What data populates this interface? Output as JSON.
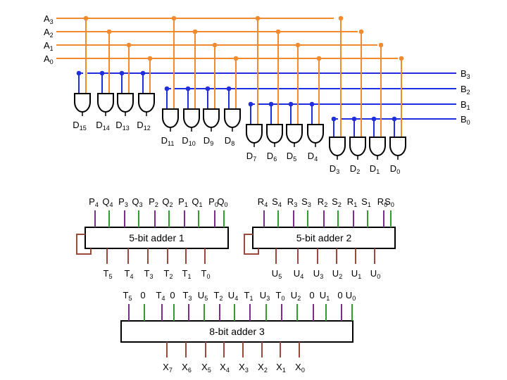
{
  "colors": {
    "a_lines": "#f28a2e",
    "b_lines": "#1f2fe0",
    "gate": "#000000",
    "purple": "#7a2e8c",
    "green": "#2e9e2e",
    "brown": "#9a4a3c"
  },
  "a_inputs": [
    {
      "base": "A",
      "sub": "3"
    },
    {
      "base": "A",
      "sub": "2"
    },
    {
      "base": "A",
      "sub": "1"
    },
    {
      "base": "A",
      "sub": "0"
    }
  ],
  "b_inputs": [
    {
      "base": "B",
      "sub": "3"
    },
    {
      "base": "B",
      "sub": "2"
    },
    {
      "base": "B",
      "sub": "1"
    },
    {
      "base": "B",
      "sub": "0"
    }
  ],
  "d_outputs": [
    {
      "base": "D",
      "sub": "15"
    },
    {
      "base": "D",
      "sub": "14"
    },
    {
      "base": "D",
      "sub": "13"
    },
    {
      "base": "D",
      "sub": "12"
    },
    {
      "base": "D",
      "sub": "11"
    },
    {
      "base": "D",
      "sub": "10"
    },
    {
      "base": "D",
      "sub": "9"
    },
    {
      "base": "D",
      "sub": "8"
    },
    {
      "base": "D",
      "sub": "7"
    },
    {
      "base": "D",
      "sub": "6"
    },
    {
      "base": "D",
      "sub": "5"
    },
    {
      "base": "D",
      "sub": "4"
    },
    {
      "base": "D",
      "sub": "3"
    },
    {
      "base": "D",
      "sub": "2"
    },
    {
      "base": "D",
      "sub": "1"
    },
    {
      "base": "D",
      "sub": "0"
    }
  ],
  "adder1": {
    "title": "5-bit adder 1",
    "inputs": [
      {
        "base": "P",
        "sub": "4",
        "color": "purple"
      },
      {
        "base": "Q",
        "sub": "4",
        "color": "green"
      },
      {
        "base": "P",
        "sub": "3",
        "color": "purple"
      },
      {
        "base": "Q",
        "sub": "3",
        "color": "green"
      },
      {
        "base": "P",
        "sub": "2",
        "color": "purple"
      },
      {
        "base": "Q",
        "sub": "2",
        "color": "green"
      },
      {
        "base": "P",
        "sub": "1",
        "color": "purple"
      },
      {
        "base": "Q",
        "sub": "1",
        "color": "green"
      },
      {
        "base": "P",
        "sub": "0",
        "color": "purple"
      },
      {
        "base": "Q",
        "sub": "0",
        "color": "green"
      }
    ],
    "outputs": [
      {
        "base": "T",
        "sub": "5"
      },
      {
        "base": "T",
        "sub": "4"
      },
      {
        "base": "T",
        "sub": "3"
      },
      {
        "base": "T",
        "sub": "2"
      },
      {
        "base": "T",
        "sub": "1"
      },
      {
        "base": "T",
        "sub": "0"
      }
    ]
  },
  "adder2": {
    "title": "5-bit adder 2",
    "inputs": [
      {
        "base": "R",
        "sub": "4",
        "color": "purple"
      },
      {
        "base": "S",
        "sub": "4",
        "color": "green"
      },
      {
        "base": "R",
        "sub": "3",
        "color": "purple"
      },
      {
        "base": "S",
        "sub": "3",
        "color": "green"
      },
      {
        "base": "R",
        "sub": "2",
        "color": "purple"
      },
      {
        "base": "S",
        "sub": "2",
        "color": "green"
      },
      {
        "base": "R",
        "sub": "1",
        "color": "purple"
      },
      {
        "base": "S",
        "sub": "1",
        "color": "green"
      },
      {
        "base": "R",
        "sub": "0",
        "color": "purple"
      },
      {
        "base": "S",
        "sub": "0",
        "color": "green"
      }
    ],
    "outputs": [
      {
        "base": "U",
        "sub": "5"
      },
      {
        "base": "U",
        "sub": "4"
      },
      {
        "base": "U",
        "sub": "3"
      },
      {
        "base": "U",
        "sub": "2"
      },
      {
        "base": "U",
        "sub": "1"
      },
      {
        "base": "U",
        "sub": "0"
      }
    ]
  },
  "adder3": {
    "title": "8-bit adder 3",
    "inputs": [
      {
        "base": "T",
        "sub": "5",
        "color": "purple"
      },
      {
        "base": "0",
        "sub": "",
        "color": "green"
      },
      {
        "base": "T",
        "sub": "4",
        "color": "purple"
      },
      {
        "base": "0",
        "sub": "",
        "color": "green"
      },
      {
        "base": "T",
        "sub": "3",
        "color": "purple"
      },
      {
        "base": "U",
        "sub": "5",
        "color": "green"
      },
      {
        "base": "T",
        "sub": "2",
        "color": "purple"
      },
      {
        "base": "U",
        "sub": "4",
        "color": "green"
      },
      {
        "base": "T",
        "sub": "1",
        "color": "purple"
      },
      {
        "base": "U",
        "sub": "3",
        "color": "green"
      },
      {
        "base": "T",
        "sub": "0",
        "color": "purple"
      },
      {
        "base": "U",
        "sub": "2",
        "color": "green"
      },
      {
        "base": "0",
        "sub": "",
        "color": "purple"
      },
      {
        "base": "U",
        "sub": "1",
        "color": "green"
      },
      {
        "base": "0",
        "sub": "",
        "color": "purple"
      },
      {
        "base": "U",
        "sub": "0",
        "color": "green"
      }
    ],
    "outputs": [
      {
        "base": "X",
        "sub": "7"
      },
      {
        "base": "X",
        "sub": "6"
      },
      {
        "base": "X",
        "sub": "5"
      },
      {
        "base": "X",
        "sub": "4"
      },
      {
        "base": "X",
        "sub": "3"
      },
      {
        "base": "X",
        "sub": "2"
      },
      {
        "base": "X",
        "sub": "1"
      },
      {
        "base": "X",
        "sub": "0"
      }
    ]
  }
}
